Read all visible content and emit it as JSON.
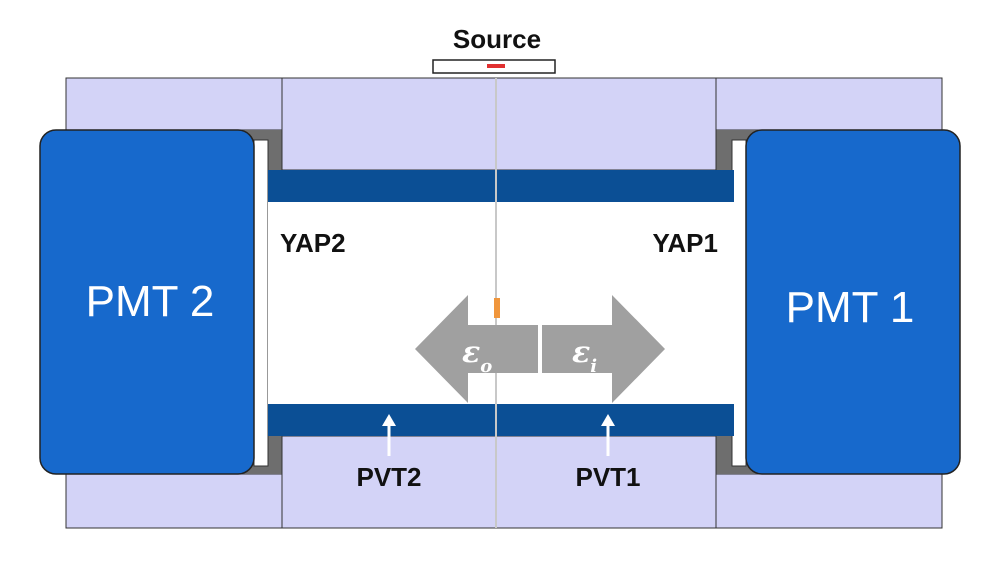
{
  "labels": {
    "source": "Source",
    "yap1": "YAP1",
    "yap2": "YAP2",
    "pvt1": "PVT1",
    "pvt2": "PVT2",
    "pmt1": "PMT 1",
    "pmt2": "PMT 2",
    "eps_out_base": "ε",
    "eps_out_sub": "o",
    "eps_in_base": "ε",
    "eps_in_sub": "i"
  },
  "colors": {
    "housing": "#d3d3f7",
    "pmt": "#1769cc",
    "pvt_strip": "#0b4f95",
    "arrow": "#a0a0a0",
    "source_mark": "#e03030",
    "center_mark": "#f0963c",
    "white_arrow": "#ffffff"
  }
}
